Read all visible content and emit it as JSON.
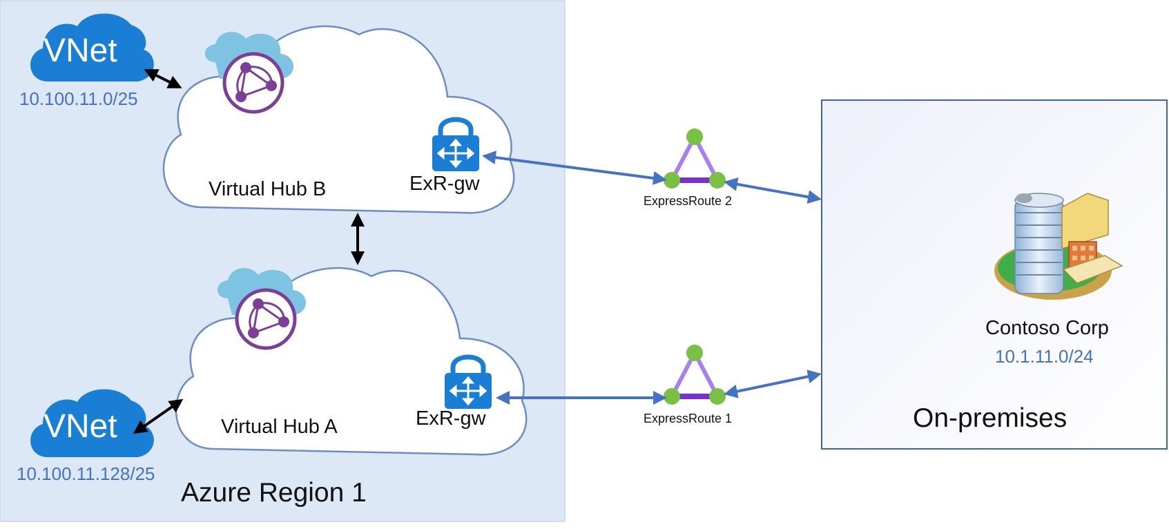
{
  "region": {
    "label": "Azure Region 1"
  },
  "vnet_top": {
    "label": "VNet",
    "cidr": "10.100.11.0/25"
  },
  "vnet_bottom": {
    "label": "VNet",
    "cidr": "10.100.11.128/25"
  },
  "hub_b": {
    "label": "Virtual Hub B",
    "gateway_label": "ExR-gw"
  },
  "hub_a": {
    "label": "Virtual Hub A",
    "gateway_label": "ExR-gw"
  },
  "er2": {
    "label": "ExpressRoute 2"
  },
  "er1": {
    "label": "ExpressRoute 1"
  },
  "onprem": {
    "label": "On-premises",
    "site_name": "Contoso Corp",
    "site_cidr": "10.1.11.0/24"
  },
  "colors": {
    "region_fill": "#dce8f5",
    "vnet_blue": "#1a7fd4",
    "link_blue": "#4472c4",
    "hub_purple": "#7b3f98",
    "er_purple": "#a77ff0",
    "er_node_green": "#7ac143"
  }
}
